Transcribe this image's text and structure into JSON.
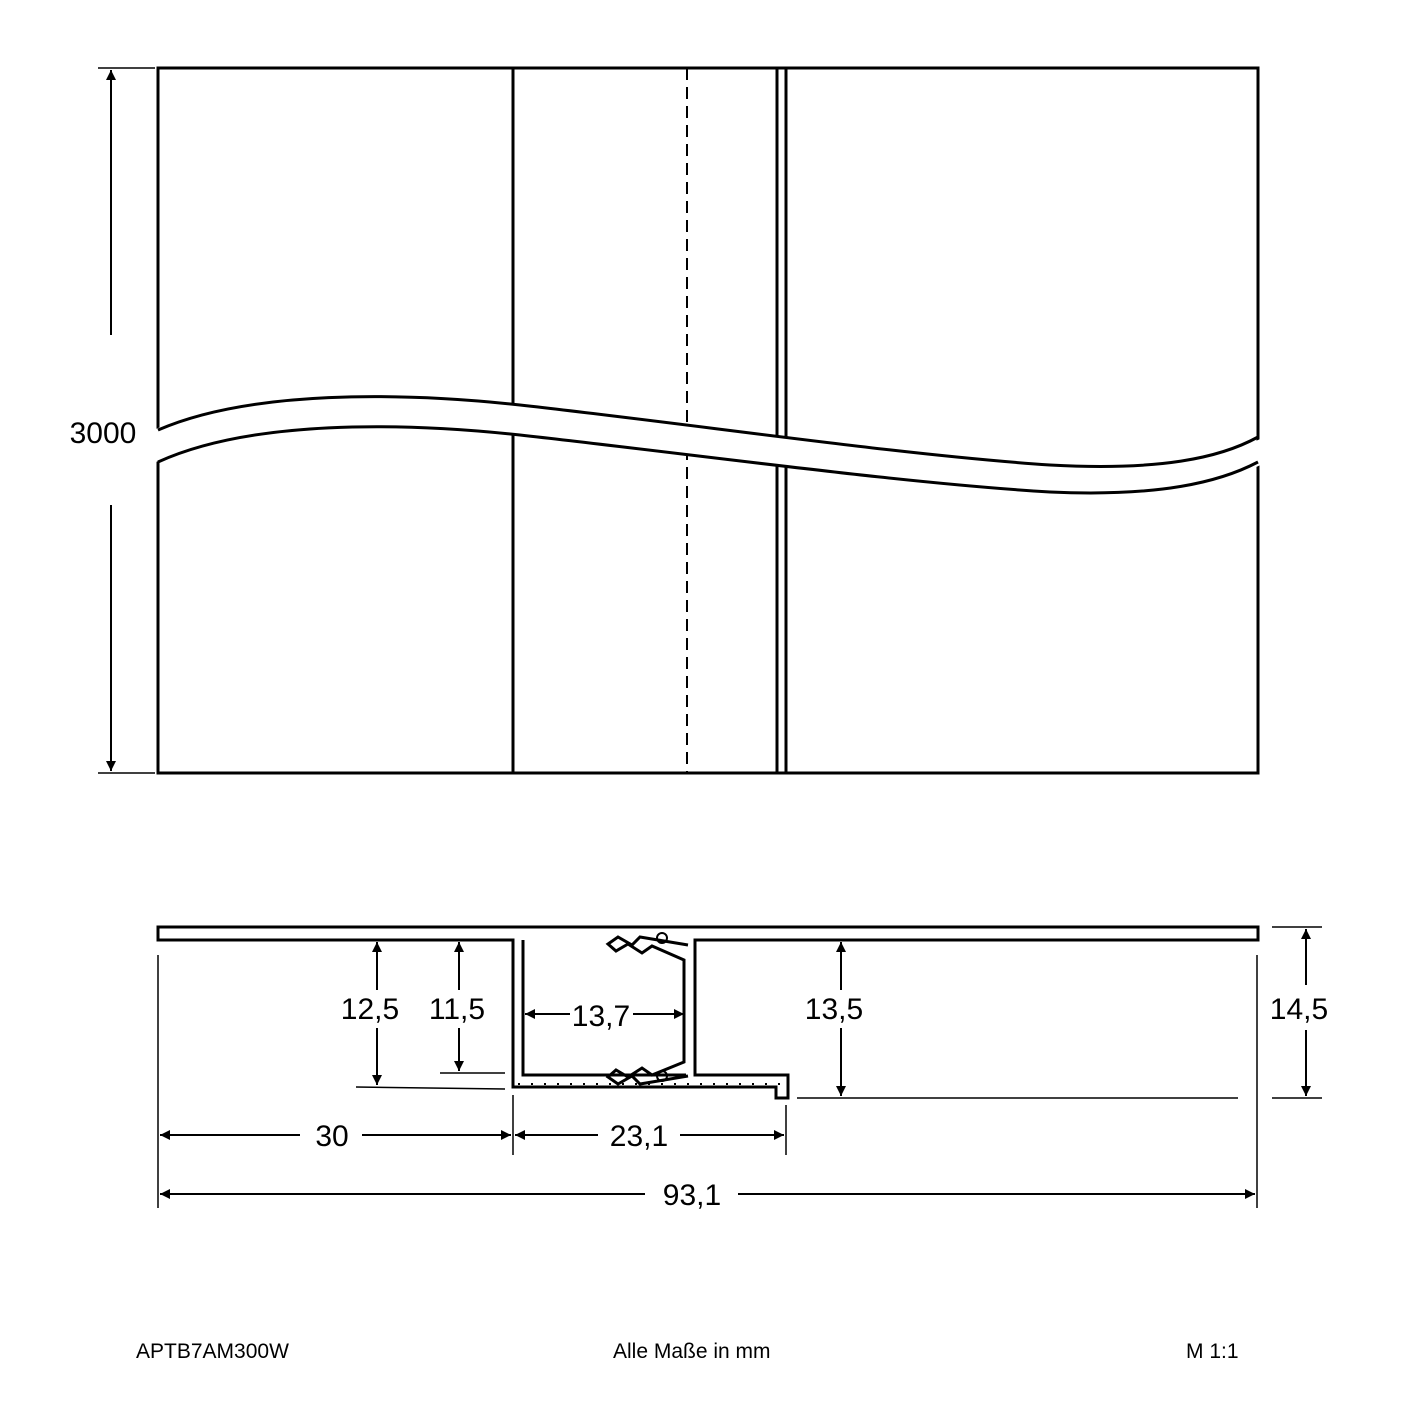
{
  "drawing": {
    "top_view": {
      "length_label": "3000"
    },
    "profile": {
      "dims": {
        "h_12_5": "12,5",
        "h_11_5": "11,5",
        "inner_width": "13,7",
        "h_13_5": "13,5",
        "total_height": "14,5",
        "left_flange": "30",
        "channel_width": "23,1",
        "total_width": "93,1"
      }
    }
  },
  "footer": {
    "article_number": "APTB7AM300W",
    "units_note": "Alle Maße in mm",
    "scale": "M 1:1"
  },
  "colors": {
    "line": "#000000",
    "background": "#ffffff"
  }
}
